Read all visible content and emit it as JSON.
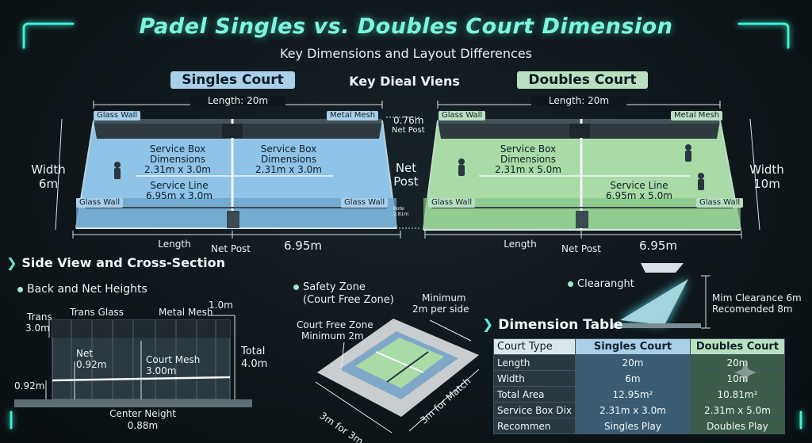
{
  "header": {
    "title": "Padel Singles vs. Doubles Court Dimension",
    "subtitle": "Key Dimensions and Layout Differences",
    "center_heading": "Key Dieal Viens"
  },
  "colors": {
    "accent": "#7cf6de",
    "singles": "#a9cfe9",
    "doubles": "#b8e0c0",
    "background": "#0e171b"
  },
  "singles_court": {
    "heading": "Singles Court",
    "length_top": "Length: 20m",
    "width_label_1": "Width",
    "width_label_2": "6m",
    "glass_wall_tl": "Glass Wall",
    "metal_mesh_tr": "Metal Mesh",
    "glass_wall_bl": "Glass Wall",
    "glass_wall_br": "Glass Wall",
    "service_box_left": [
      "Service Box",
      "Dimensions",
      "2.31m x 3.0m"
    ],
    "service_box_right": [
      "Service Box",
      "Dimensions",
      "2.31m x 3.0m"
    ],
    "service_line": [
      "Service Line",
      "6.95m x 3.0m"
    ],
    "length_bottom": "Length",
    "net_post_bottom": "Net Post",
    "bottom_right_dim": "6.95m"
  },
  "net_center": {
    "net_height_1": "0.76m",
    "net_height_2": "Net Post",
    "net_post_1": "Net",
    "net_post_2": "Post",
    "small_1": "Rote",
    "small_2": "2.81m"
  },
  "doubles_court": {
    "heading": "Doubles Court",
    "length_top": "Length: 20m",
    "width_label_1": "Width",
    "width_label_2": "10m",
    "glass_wall_tl": "Glass Wall",
    "metal_mesh_tr": "Metal Mesh",
    "glass_wall_bl": "Glass Wall",
    "glass_wall_br": "Glass Wall",
    "service_box": [
      "Service Box",
      "Dimensions",
      "2.31m x 5.0m"
    ],
    "service_line": [
      "Service Line",
      "6.95m x 5.0m"
    ],
    "length_bottom": "Length",
    "net_post_bottom": "Net Post",
    "bottom_right_dim": "6.95m"
  },
  "side_view": {
    "section_title": "Side View and Cross-Section",
    "subtitle": "Back and Net Heights",
    "trans_1": "Trans",
    "trans_2": "3.0m",
    "trans_glass": "Trans Glass",
    "metal_mesh": "Metal Mesh",
    "mesh_height": "1.0m",
    "net_1": "Net",
    "net_2": "0.92m",
    "court_mesh_1": "Court Mesh",
    "court_mesh_2": "3.00m",
    "total_1": "Total",
    "total_2": "4.0m",
    "left_height": "0.92m",
    "center_1": "Center Neight",
    "center_2": "0.88m"
  },
  "safety_zone": {
    "title_1": "Safety Zone",
    "title_2": "(Court Free Zone)",
    "min_1": "Minimum",
    "min_2": "2m per side",
    "free_1": "Court Free Zone",
    "free_2": "Minimum 2m",
    "bottom_left": "3m for 3m",
    "bottom_right": "3m for Match"
  },
  "clearance": {
    "label": "Clearanght",
    "text_1": "Mim Clearance 6m",
    "text_2": "Recomended 8m"
  },
  "dimension_table": {
    "title": "Dimension Table",
    "headers": [
      "Court Type",
      "Singles Court",
      "Doubles Court"
    ],
    "rows": [
      [
        "Length",
        "20m",
        "20m"
      ],
      [
        "Width",
        "6m",
        "10m"
      ],
      [
        "Total Area",
        "12.95m²",
        "10.81m²"
      ],
      [
        "Service Box Dix",
        "2.31m x 3.0m",
        "2.31m x 5.0m"
      ],
      [
        "Recommen",
        "Singles Play",
        "Doubles Play"
      ]
    ]
  }
}
